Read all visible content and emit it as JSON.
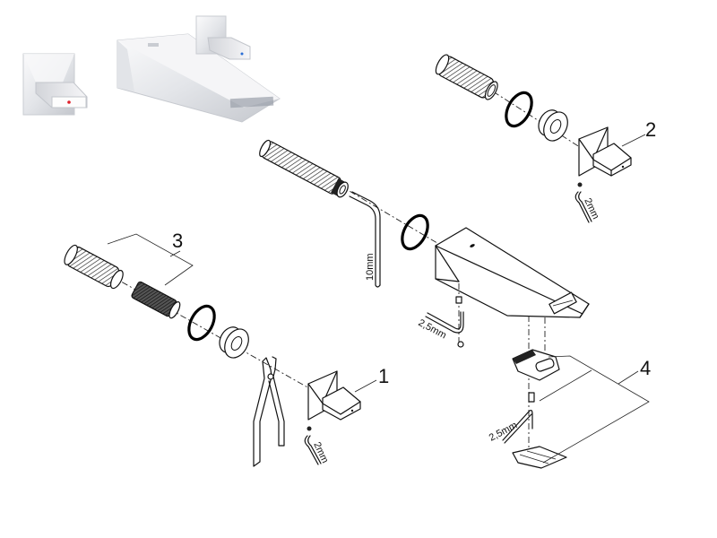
{
  "diagram": {
    "type": "exploded-parts-view",
    "subject": "wall-mounted three-hole basin mixer (spout with two square handles)",
    "callouts": [
      {
        "id": "1",
        "label": "1",
        "part": "handle (left)"
      },
      {
        "id": "2",
        "label": "2",
        "part": "handle (right)"
      },
      {
        "id": "3",
        "label": "3",
        "part": "extension sleeves"
      },
      {
        "id": "4",
        "label": "4",
        "part": "aerator / outlet insert set"
      }
    ],
    "tool_labels": {
      "hex_key_10": "10mm",
      "hex_key_2_right": "2mm",
      "hex_key_2_left": "2mm",
      "hex_key_25_spout": "2,5mm",
      "hex_key_25_aerator": "2,5mm"
    },
    "colors": {
      "line": "#111111",
      "chrome_light": "#f4f4f6",
      "chrome_mid": "#d8dadf",
      "chrome_dark": "#b9bcc3",
      "hot_dot": "#e0202a",
      "cold_dot": "#2a6fd6"
    }
  }
}
